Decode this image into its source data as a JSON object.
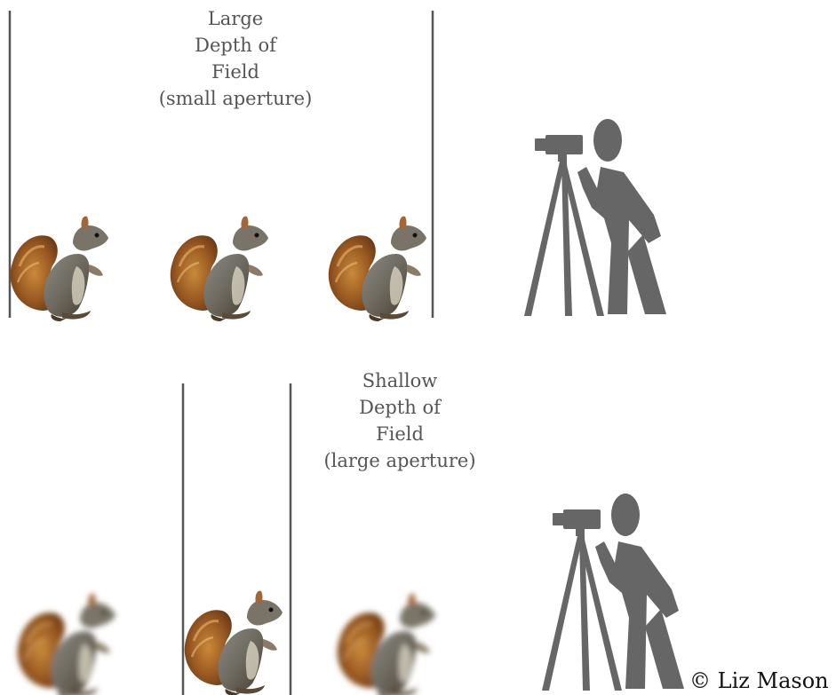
{
  "diagram": {
    "large_dof": {
      "line1": "Large",
      "line2": "Depth of",
      "line3": "Field",
      "line4": "(small aperture)"
    },
    "shallow_dof": {
      "line1": "Shallow",
      "line2": "Depth of",
      "line3": "Field",
      "line4": "(large aperture)"
    },
    "credit": "© Liz Mason",
    "colors": {
      "line": "#555555",
      "figure": "#666666",
      "caption": "#555555"
    }
  }
}
